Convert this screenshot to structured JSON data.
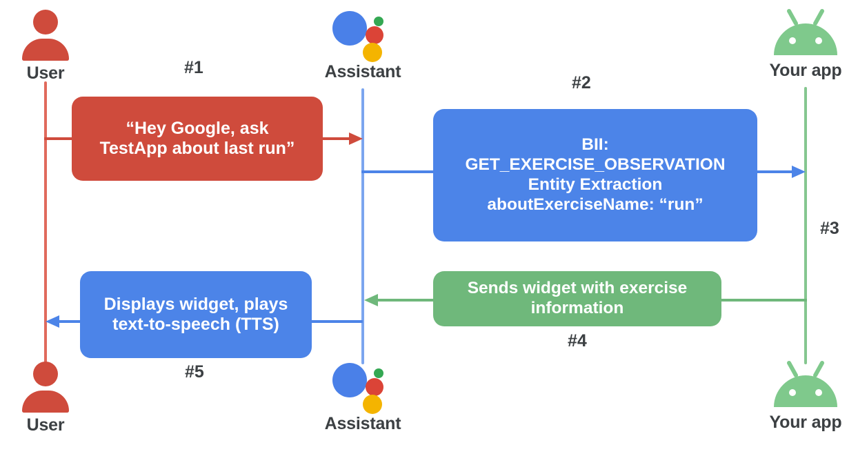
{
  "diagram": {
    "title": "Google Assistant App Actions sequence flow",
    "colors": {
      "red": "#CF4B3C",
      "blue": "#4C84E8",
      "green": "#6FB87B",
      "label_text": "#3C4043",
      "background": "#FFFFFF"
    }
  },
  "actors": {
    "user": {
      "label": "User",
      "icon": "person-icon",
      "color": "#CF4B3C"
    },
    "assistant": {
      "label": "Assistant",
      "icon": "google-assistant-icon",
      "colors": [
        "#4A80E8",
        "#DB4437",
        "#34A853",
        "#F4B400"
      ]
    },
    "app": {
      "label": "Your app",
      "icon": "android-robot-icon",
      "color": "#7FC98C"
    }
  },
  "messages": [
    {
      "id": "box1",
      "step": "#1",
      "from": "user",
      "to": "assistant",
      "color": "red",
      "lines": [
        "“Hey Google, ask",
        "TestApp about last run”"
      ]
    },
    {
      "id": "box2",
      "step": "#2",
      "from": "assistant",
      "to": "app",
      "color": "blue",
      "lines": [
        "BII:",
        "GET_EXERCISE_OBSERVATION",
        "Entity Extraction",
        "aboutExerciseName: “run”"
      ]
    },
    {
      "id": "box3",
      "step": "#4",
      "from": "app",
      "to": "assistant",
      "color": "green",
      "lines": [
        "Sends widget with exercise",
        "information"
      ]
    },
    {
      "id": "box4",
      "step": "#5",
      "from": "assistant",
      "to": "user",
      "color": "blue",
      "lines": [
        "Displays widget, plays",
        "text-to-speech (TTS)"
      ]
    }
  ],
  "steps": {
    "s1": "#1",
    "s2": "#2",
    "s3": "#3",
    "s4": "#4",
    "s5": "#5"
  }
}
